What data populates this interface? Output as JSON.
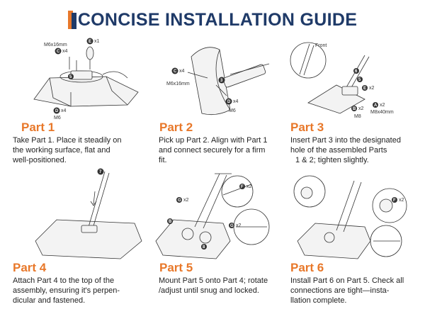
{
  "header": {
    "title": "CONCISE INSTALLATION GUIDE",
    "accent_colors": {
      "orange": "#e8782a",
      "navy": "#1f3a68"
    }
  },
  "steps": [
    {
      "label": "Part 1",
      "text_lines": [
        "Take Part 1. Place it steadily on",
        "the working surface, flat and",
        "well-positioned."
      ],
      "callouts": {
        "e": "E",
        "e_qty": "x1",
        "c": "C",
        "c_qty": "x4",
        "d": "D",
        "d_qty": "x4",
        "spec_top": "M6x16mm",
        "spec_bottom": "M6",
        "part": "5"
      }
    },
    {
      "label": "Part 2",
      "text_lines": [
        "Pick up Part 2. Align with Part 1",
        "and connect securely for a firm",
        "fit."
      ],
      "callouts": {
        "c": "C",
        "c_qty": "x4",
        "spec_left": "M6x16mm",
        "part": "3",
        "d": "D",
        "d_qty": "x4",
        "spec_bottom": "M6"
      }
    },
    {
      "label": "Part 3",
      "text_lines": [
        "Insert Part 3 into the designated",
        "hole of the assembled Parts",
        "1 & 2; tighten slightly."
      ],
      "callouts": {
        "inset": "Front",
        "p6": "6",
        "p5": "5",
        "e": "E",
        "e_qty": "x2",
        "b": "B",
        "b_qty": "x2",
        "b_spec": "M8",
        "a": "A",
        "a_qty": "x2",
        "a_spec": "M8x40mm"
      }
    },
    {
      "label": "Part 4",
      "text_lines": [
        "Attach Part 4 to the top of the",
        "assembly, ensuring it's perpen-",
        "dicular and fastened."
      ],
      "callouts": {
        "part": "7"
      }
    },
    {
      "label": "Part 5",
      "text_lines": [
        "Mount Part 5 onto Part 4; rotate",
        "/adjust until snug and locked."
      ],
      "callouts": {
        "f": "F",
        "f_qty": "x2",
        "g_top": "G",
        "g_top_qty": "x2",
        "g_right": "G",
        "g_right_qty": "x2",
        "b": "B",
        "part": "8"
      }
    },
    {
      "label": "Part 6",
      "text_lines": [
        "Install Part 6 on Part 5. Check all",
        "connections are tight—insta-",
        "llation complete."
      ],
      "callouts": {
        "f": "F",
        "f_qty": "x2"
      }
    }
  ]
}
